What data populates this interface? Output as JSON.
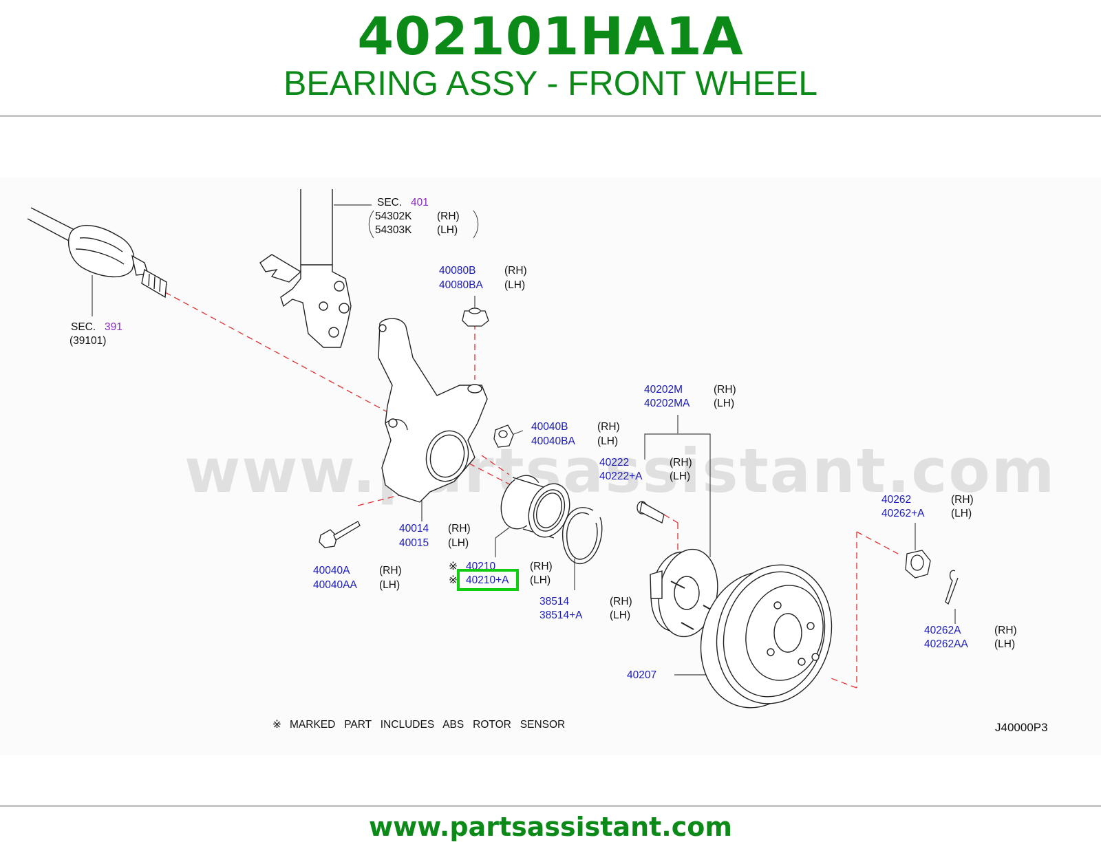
{
  "header": {
    "part_number": "402101HA1A",
    "part_name": "BEARING ASSY - FRONT WHEEL"
  },
  "diagram": {
    "watermark": "www.partsassistant.com",
    "sec_401": {
      "prefix": "SEC.",
      "code": "401",
      "rh_part": "54302K",
      "lh_part": "54303K",
      "rh": "(RH)",
      "lh": "(LH)"
    },
    "sec_391": {
      "prefix": "SEC.",
      "code": "391",
      "sub": "(39101)"
    },
    "callouts": [
      {
        "rh_part": "40080B",
        "lh_part": "40080BA",
        "rh": "(RH)",
        "lh": "(LH)"
      },
      {
        "rh_part": "40202M",
        "lh_part": "40202MA",
        "rh": "(RH)",
        "lh": "(LH)"
      },
      {
        "rh_part": "40040B",
        "lh_part": "40040BA",
        "rh": "(RH)",
        "lh": "(LH)"
      },
      {
        "rh_part": "40222",
        "lh_part": "40222+A",
        "rh": "(RH)",
        "lh": "(LH)"
      },
      {
        "rh_part": "40262",
        "lh_part": "40262+A",
        "rh": "(RH)",
        "lh": "(LH)"
      },
      {
        "rh_part": "40014",
        "lh_part": "40015",
        "rh": "(RH)",
        "lh": "(LH)"
      },
      {
        "rh_part": "40040A",
        "lh_part": "40040AA",
        "rh": "(RH)",
        "lh": "(LH)"
      },
      {
        "rh_part": "40210",
        "lh_part": "40210+A",
        "rh": "(RH)",
        "lh": "(LH)"
      },
      {
        "rh_part": "38514",
        "lh_part": "38514+A",
        "rh": "(RH)",
        "lh": "(LH)"
      },
      {
        "rh_part": "40262A",
        "lh_part": "40262AA",
        "rh": "(RH)",
        "lh": "(LH)"
      }
    ],
    "rotor_part": "40207",
    "abs_symbol": "※",
    "note": "MARKED   PART   INCLUDES   ABS   ROTOR   SENSOR",
    "figure_code": "J40000P3",
    "highlight_color": "#11cc11"
  },
  "footer": {
    "url": "www.partsassistant.com"
  }
}
